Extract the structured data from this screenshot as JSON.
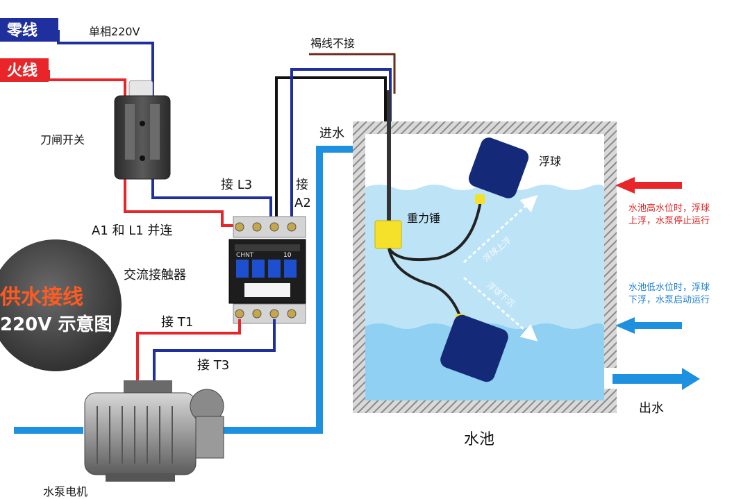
{
  "labels": {
    "neutral_tag": "零线",
    "live_tag": "火线",
    "single_phase": "单相220V",
    "brown_wire": "褐线不接",
    "knife_switch": "刀闸开关",
    "connect_l3": "接 L3",
    "connect_a2_top": "接",
    "connect_a2_bottom": "A2",
    "a1_l1": "A1 和 L1 并连",
    "contactor": "交流接触器",
    "connect_t1": "接 T1",
    "connect_t3": "接 T3",
    "inlet": "进水",
    "float_ball": "浮球",
    "gravity_weight": "重力锤",
    "float_up": "浮球上浮",
    "float_down": "浮球下沉",
    "high_note_line1": "水池高水位时，浮球",
    "high_note_line2": "上浮，水泵停止运行",
    "low_note_line1": "水池低水位时，浮球",
    "low_note_line2": "下浮，水泵启动运行",
    "outlet": "出水",
    "pool": "水池",
    "pump_motor": "水泵电机",
    "badge_line1": "供水接线",
    "badge_line2": "220V 示意图",
    "contactor_brand": "CHNT",
    "contactor_num": "10"
  },
  "colors": {
    "neutral": "#1f2f9e",
    "live": "#e8262a",
    "pipe": "#1e90e0",
    "water": "#bde3f7",
    "water_deep": "#8fd0f3",
    "float": "#142a78",
    "weight": "#f5e12a",
    "wall": "#8a8a8a"
  }
}
